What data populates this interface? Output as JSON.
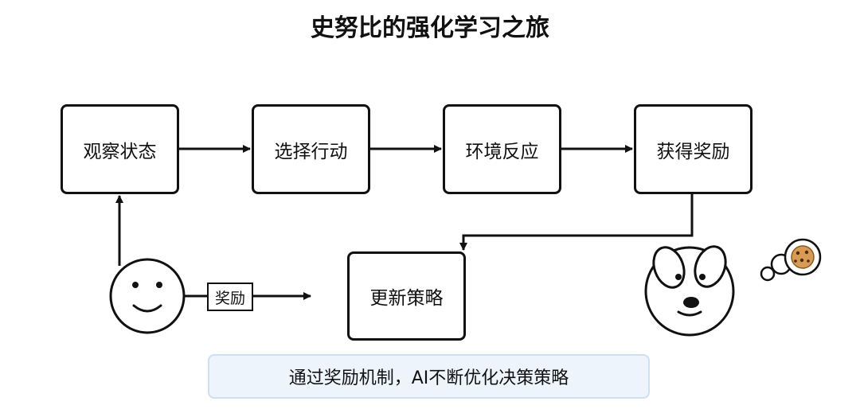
{
  "title": "史努比的强化学习之旅",
  "steps": [
    {
      "label": "观察状态"
    },
    {
      "label": "选择行动"
    },
    {
      "label": "环境反应"
    },
    {
      "label": "获得奖励"
    },
    {
      "label": "更新策略"
    }
  ],
  "reward_label": "奖励",
  "caption": "通过奖励机制，AI不断优化决策策略",
  "colors": {
    "stroke": "#111111",
    "caption_bg": "#eef4fb",
    "caption_border": "#cfe0f3",
    "cookie": "#d99a52"
  }
}
